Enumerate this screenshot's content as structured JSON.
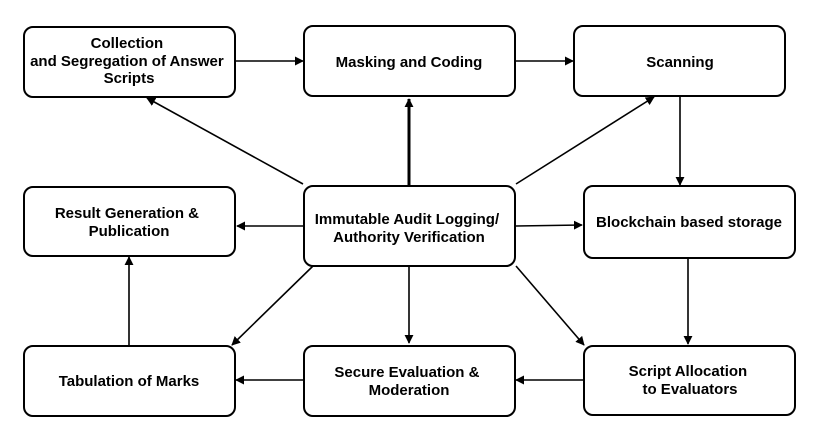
{
  "diagram": {
    "nodes": {
      "collection": {
        "lines": [
          "Collection",
          "and Segregation of Answer",
          "Scripts"
        ]
      },
      "masking": {
        "lines": [
          "Masking and Coding"
        ]
      },
      "scanning": {
        "lines": [
          "Scanning"
        ]
      },
      "result": {
        "lines": [
          "Result Generation &",
          "Publication"
        ]
      },
      "audit": {
        "lines": [
          "Immutable Audit Logging/",
          "Authority Verification"
        ]
      },
      "blockchain": {
        "lines": [
          "Blockchain based storage"
        ]
      },
      "tabulation": {
        "lines": [
          "Tabulation of Marks"
        ]
      },
      "evaluation": {
        "lines": [
          "Secure Evaluation &",
          "Moderation"
        ]
      },
      "allocation": {
        "lines": [
          "Script Allocation",
          "to Evaluators"
        ]
      }
    },
    "edges": [
      {
        "from": "collection",
        "to": "masking"
      },
      {
        "from": "masking",
        "to": "scanning"
      },
      {
        "from": "scanning",
        "to": "blockchain"
      },
      {
        "from": "blockchain",
        "to": "allocation"
      },
      {
        "from": "allocation",
        "to": "evaluation"
      },
      {
        "from": "evaluation",
        "to": "tabulation"
      },
      {
        "from": "tabulation",
        "to": "result"
      },
      {
        "from": "audit",
        "to": "collection"
      },
      {
        "from": "audit",
        "to": "masking"
      },
      {
        "from": "audit",
        "to": "scanning"
      },
      {
        "from": "audit",
        "to": "result"
      },
      {
        "from": "audit",
        "to": "blockchain"
      },
      {
        "from": "audit",
        "to": "tabulation"
      },
      {
        "from": "audit",
        "to": "evaluation"
      },
      {
        "from": "audit",
        "to": "allocation"
      }
    ]
  }
}
